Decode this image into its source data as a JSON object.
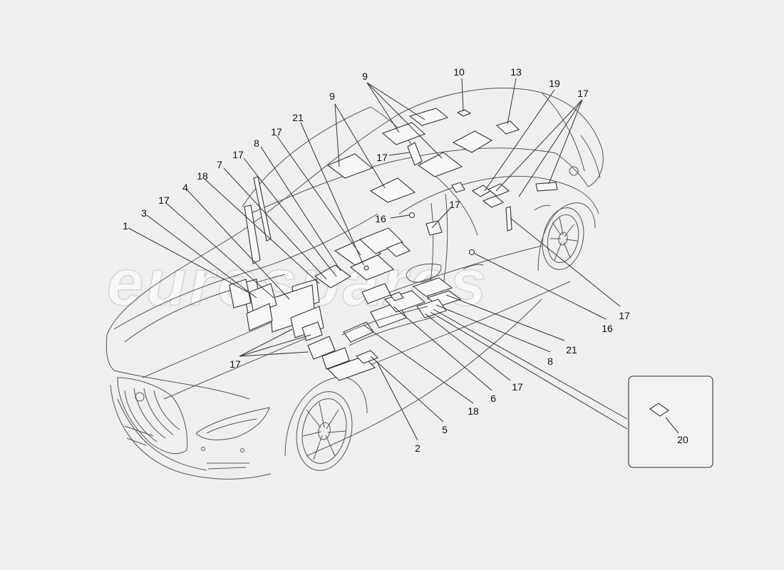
{
  "watermark": "eurospares",
  "callouts": [
    {
      "id": "c1",
      "label": "1"
    },
    {
      "id": "c2",
      "label": "2"
    },
    {
      "id": "c3",
      "label": "3"
    },
    {
      "id": "c4",
      "label": "4"
    },
    {
      "id": "c5",
      "label": "5"
    },
    {
      "id": "c6",
      "label": "6"
    },
    {
      "id": "c7",
      "label": "7"
    },
    {
      "id": "c8a",
      "label": "8"
    },
    {
      "id": "c8b",
      "label": "8"
    },
    {
      "id": "c9a",
      "label": "9"
    },
    {
      "id": "c9b",
      "label": "9"
    },
    {
      "id": "c10",
      "label": "10"
    },
    {
      "id": "c13",
      "label": "13"
    },
    {
      "id": "c16a",
      "label": "16"
    },
    {
      "id": "c16b",
      "label": "16"
    },
    {
      "id": "c17a",
      "label": "17"
    },
    {
      "id": "c17b",
      "label": "17"
    },
    {
      "id": "c17c",
      "label": "17"
    },
    {
      "id": "c17d",
      "label": "17"
    },
    {
      "id": "c17e",
      "label": "17"
    },
    {
      "id": "c17f",
      "label": "17"
    },
    {
      "id": "c17g",
      "label": "17"
    },
    {
      "id": "c17h",
      "label": "17"
    },
    {
      "id": "c17i",
      "label": "17"
    },
    {
      "id": "c18a",
      "label": "18"
    },
    {
      "id": "c18b",
      "label": "18"
    },
    {
      "id": "c19",
      "label": "19"
    },
    {
      "id": "c20",
      "label": "20"
    },
    {
      "id": "c21a",
      "label": "21"
    },
    {
      "id": "c21b",
      "label": "21"
    }
  ]
}
